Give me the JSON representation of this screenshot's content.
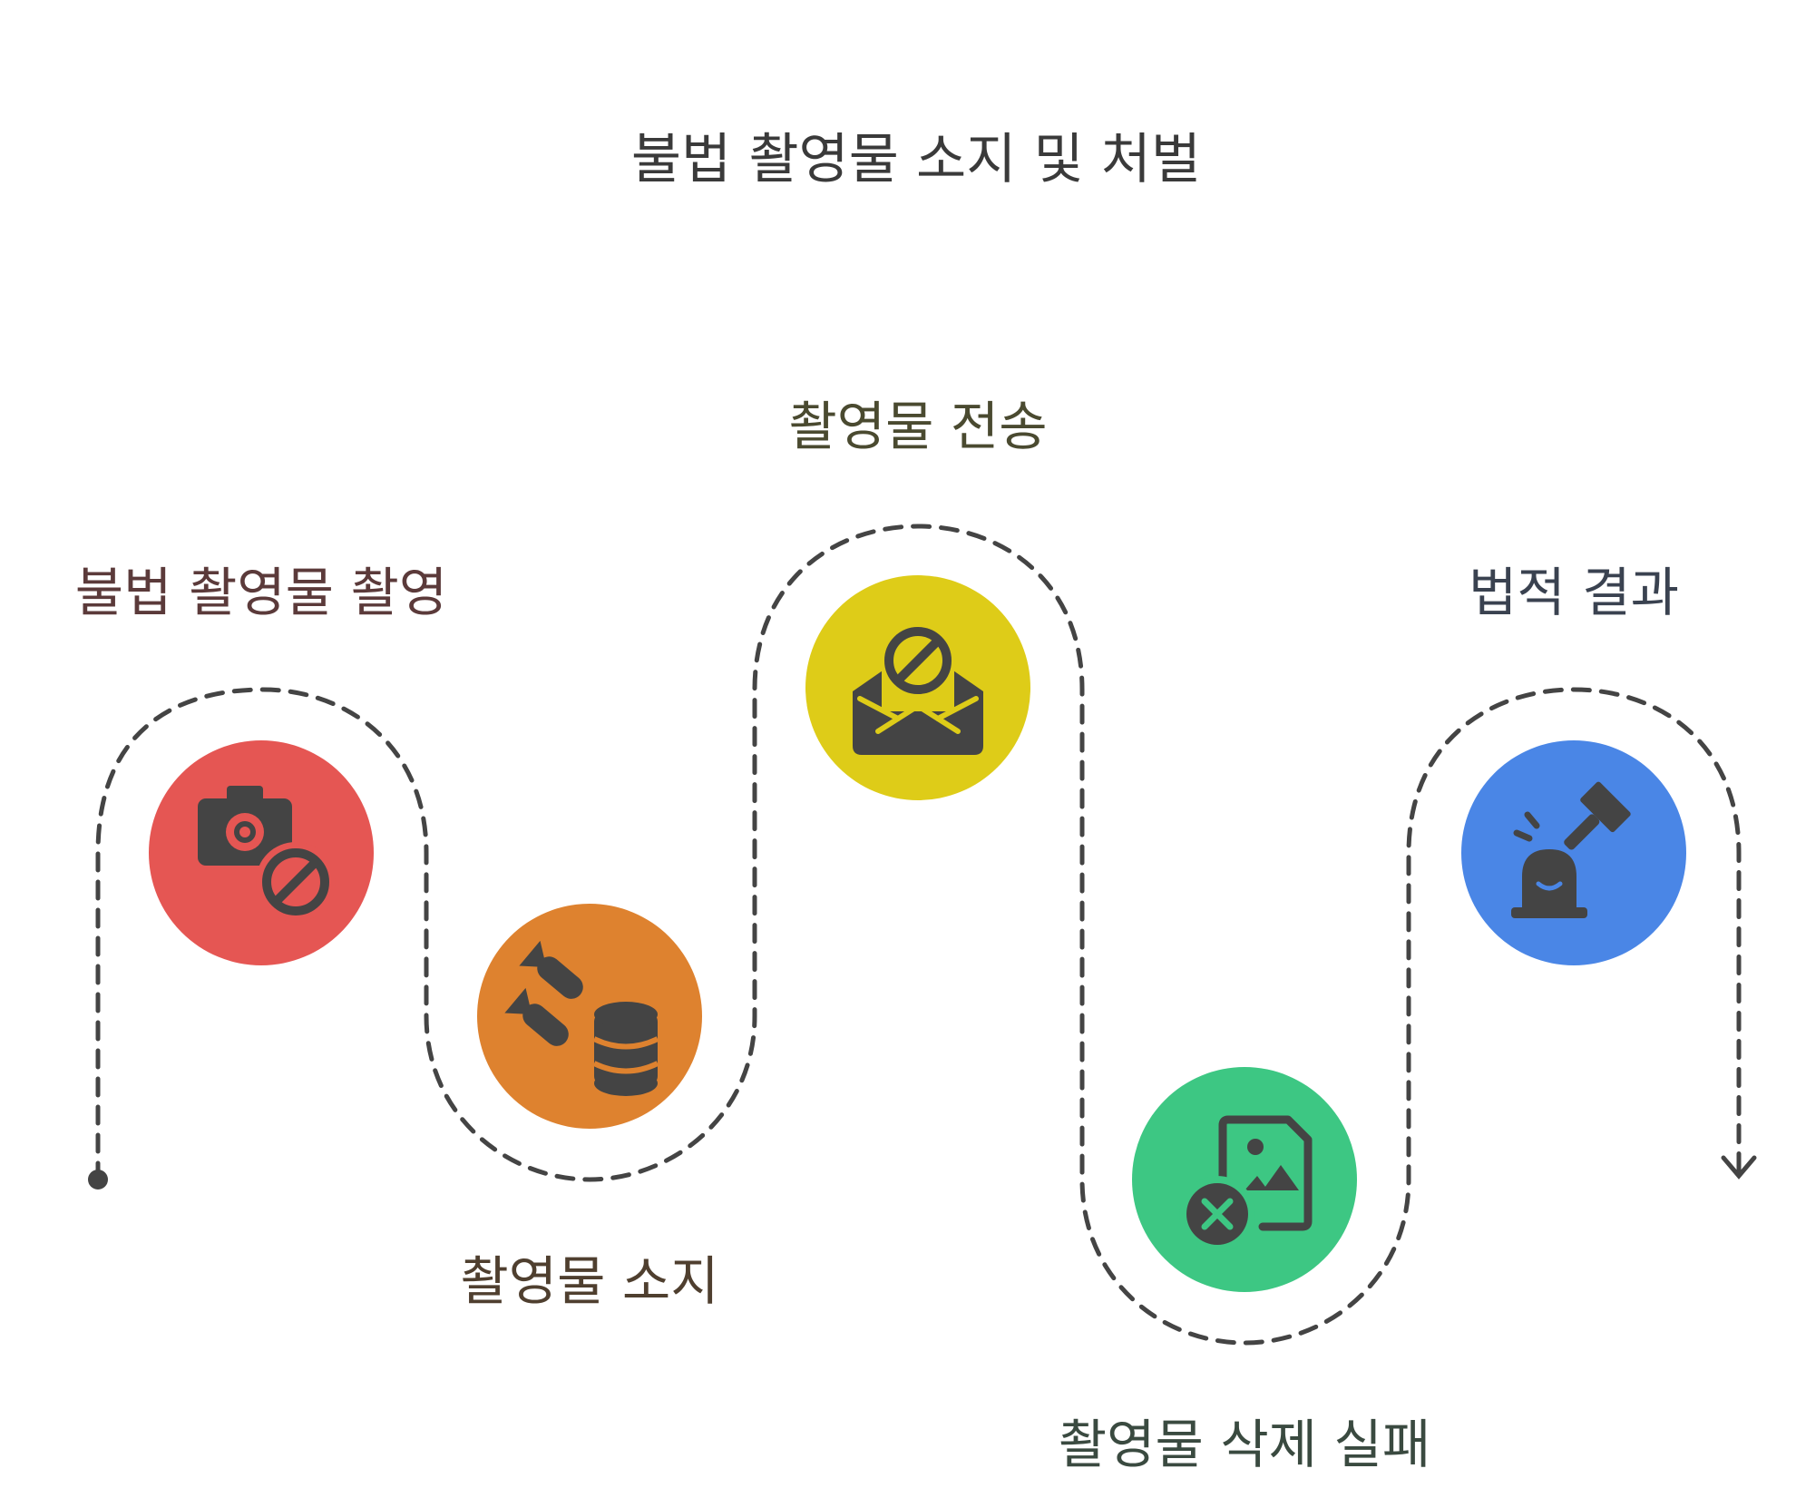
{
  "title": "불법 촬영물 소지 및 처벌",
  "colors": {
    "path": "#444444",
    "title_text": "#3a3a3a"
  },
  "steps": [
    {
      "label": "불법 촬영물 촬영",
      "icon": "camera-prohibited-icon",
      "color": "#e55653",
      "text_color": "#5b3a3a"
    },
    {
      "label": "촬영물 소지",
      "icon": "bombs-database-icon",
      "color": "#de822f",
      "text_color": "#4f3f2f"
    },
    {
      "label": "촬영물 전송",
      "icon": "envelope-prohibited-icon",
      "color": "#decc18",
      "text_color": "#4a4a30"
    },
    {
      "label": "촬영물 삭제 실패",
      "icon": "image-file-delete-icon",
      "color": "#3dc783",
      "text_color": "#3a4a40"
    },
    {
      "label": "법적 결과",
      "icon": "gavel-siren-icon",
      "color": "#4a86e6",
      "text_color": "#3a4250"
    }
  ]
}
